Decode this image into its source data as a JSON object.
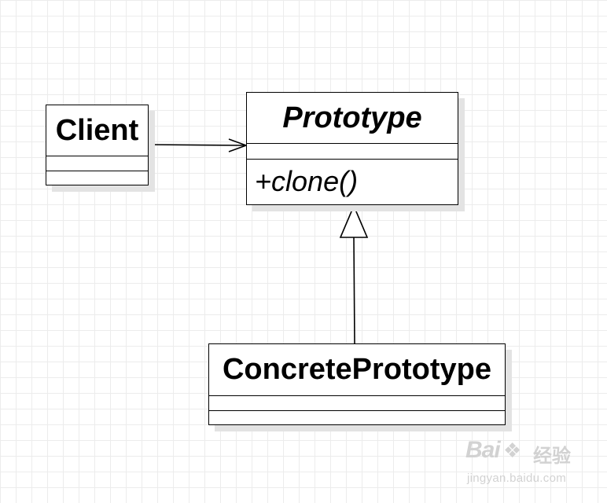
{
  "diagram": {
    "type": "UML class diagram",
    "classes": [
      {
        "id": "client",
        "name": "Client",
        "name_style": "bold",
        "attributes": [],
        "operations": []
      },
      {
        "id": "prototype",
        "name": "Prototype",
        "name_style": "bold-italic",
        "attributes": [],
        "operations": [
          "+clone()"
        ]
      },
      {
        "id": "concrete",
        "name": "ConcretePrototype",
        "name_style": "bold",
        "attributes": [],
        "operations": []
      }
    ],
    "relationships": [
      {
        "type": "association",
        "from": "Client",
        "to": "Prototype"
      },
      {
        "type": "generalization",
        "from": "ConcretePrototype",
        "to": "Prototype"
      }
    ]
  },
  "classes": {
    "client": {
      "name": "Client"
    },
    "prototype": {
      "name": "Prototype",
      "operation": "+clone()"
    },
    "concrete": {
      "name": "ConcretePrototype"
    }
  },
  "watermark": {
    "logo": "Bai",
    "brand": "经验",
    "url": "jingyan.baidu.com"
  },
  "colors": {
    "line": "#000000",
    "background": "#ffffff",
    "grid": "#ececec",
    "shadow": "#e3e3e3",
    "watermark": "#d2d2d2"
  }
}
